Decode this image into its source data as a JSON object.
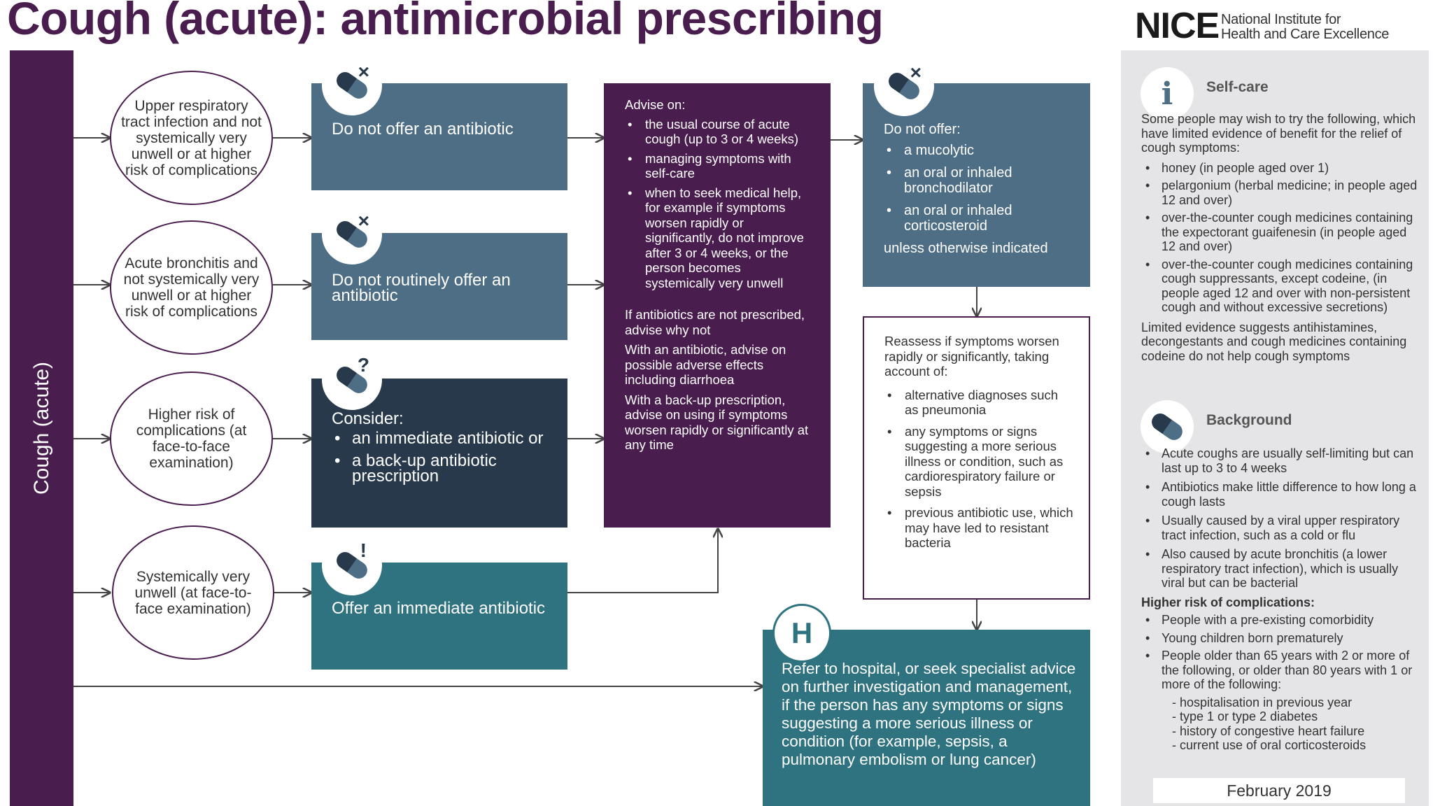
{
  "title": "Cough (acute): antimicrobial prescribing",
  "logo": {
    "name": "NICE",
    "full_line1": "National Institute for",
    "full_line2": "Health and Care Excellence"
  },
  "sidebar_label": "Cough (acute)",
  "ovals": [
    "Upper respiratory tract infection and not systemically very unwell or at higher risk of complications",
    "Acute bronchitis and not systemically very unwell or at higher risk of complications",
    "Higher risk of complications (at face-to-face examination)",
    "Systemically very unwell (at face-to-face examination)"
  ],
  "decisions": {
    "no_antibiotic": "Do not offer an antibiotic",
    "not_routinely": "Do not routinely offer an antibiotic",
    "consider_heading": "Consider:",
    "consider_items": [
      "an immediate antibiotic or",
      "a back-up antibiotic prescription"
    ],
    "immediate": "Offer an immediate antibiotic"
  },
  "badges": {
    "cross": "×",
    "question": "?",
    "exclaim": "!",
    "hospital": "H"
  },
  "advise": {
    "heading": "Advise on:",
    "items": [
      "the usual course of acute cough (up to 3 or 4 weeks)",
      "managing symptoms with self-care",
      "when to seek medical help, for example if symptoms worsen rapidly or significantly, do not improve after 3 or 4 weeks, or the person becomes systemically very unwell"
    ],
    "p1": "If antibiotics are not prescribed, advise why not",
    "p2": "With an antibiotic, advise on possible adverse effects including diarrhoea",
    "p3": "With a back-up prescription, advise on using if symptoms worsen rapidly or significantly at any time"
  },
  "do_not_offer": {
    "heading": "Do not offer:",
    "items": [
      "a mucolytic",
      "an oral or inhaled bronchodilator",
      "an oral or inhaled corticosteroid"
    ],
    "footer": "unless otherwise indicated"
  },
  "reassess": {
    "heading": "Reassess if symptoms worsen rapidly or significantly, taking account of:",
    "items": [
      "alternative diagnoses such as pneumonia",
      "any symptoms or signs suggesting a more serious illness or condition, such as cardiorespiratory failure or sepsis",
      "previous antibiotic use, which may have led to resistant bacteria"
    ]
  },
  "refer": "Refer to hospital, or seek specialist advice on further investigation and management, if the person has any symptoms or signs suggesting a more serious illness or condition (for example, sepsis, a pulmonary embolism or lung cancer)",
  "selfcare": {
    "icon_char": "i",
    "heading": "Self-care",
    "intro": "Some people may wish to try the following, which have limited evidence of benefit for the relief of cough symptoms:",
    "items": [
      "honey (in people aged over 1)",
      "pelargonium (herbal medicine; in people aged 12 and over)",
      "over-the-counter cough medicines containing the expectorant guaifenesin (in people aged 12 and over)",
      "over-the-counter cough medicines containing cough suppressants, except codeine, (in people aged 12 and over with non-persistent cough and without excessive secretions)"
    ],
    "limited": "Limited evidence suggests antihistamines, decongestants and cough medicines containing codeine do not help cough symptoms"
  },
  "background": {
    "heading": "Background",
    "items": [
      "Acute coughs are usually self-limiting but can last up to 3 to 4 weeks",
      "Antibiotics make little difference to how long a cough lasts",
      "Usually caused by a viral upper respiratory tract infection, such as a cold or flu",
      "Also caused by acute bronchitis (a lower respiratory tract infection), which is usually viral but can be bacterial"
    ],
    "risk_heading": "Higher risk of complications:",
    "risk_items": [
      "People with a pre-existing comorbidity",
      "Young children born prematurely",
      "People older than 65 years with 2 or more of the following, or older than 80 years with 1 or more of the following:"
    ],
    "sub_items": [
      "- hospitalisation in previous year",
      "- type 1 or type 2 diabetes",
      "- history of congestive heart failure",
      "- current use of oral corticosteroids"
    ]
  },
  "date": "February 2019",
  "colors": {
    "purple": "#4a1d4f",
    "slate": "#4e6e85",
    "navy": "#27394b",
    "teal": "#2f7280",
    "panel": "#e5e4e6"
  }
}
